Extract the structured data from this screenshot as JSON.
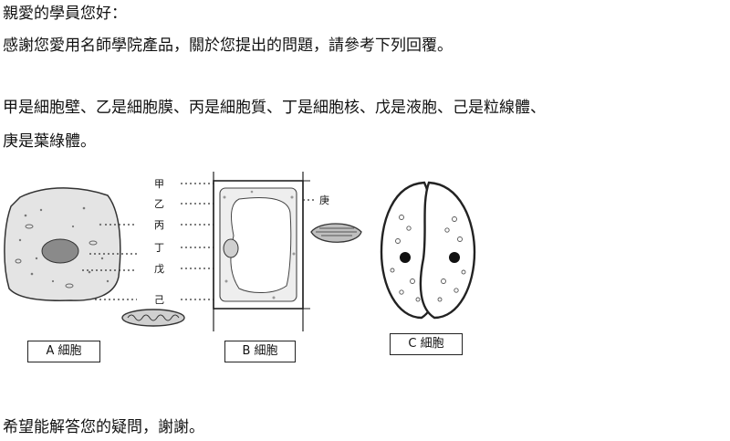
{
  "letter": {
    "greeting": "親愛的學員您好：",
    "thanks": "感謝您愛用名師學院產品，關於您提出的問題，請參考下列回覆。",
    "answer_line1": "甲是細胞壁、乙是細胞膜、丙是細胞質、丁是細胞核、戊是液胞、己是粒線體、",
    "answer_line2": "庚是葉綠體。",
    "closing": "希望能解答您的疑問，謝謝。"
  },
  "figure": {
    "pointer_labels": [
      "甲",
      "乙",
      "丙",
      "丁",
      "戊",
      "己"
    ],
    "chloroplast_label": "庚",
    "cell_labels": [
      "A 細胞",
      "B 細胞",
      "C 細胞"
    ]
  }
}
